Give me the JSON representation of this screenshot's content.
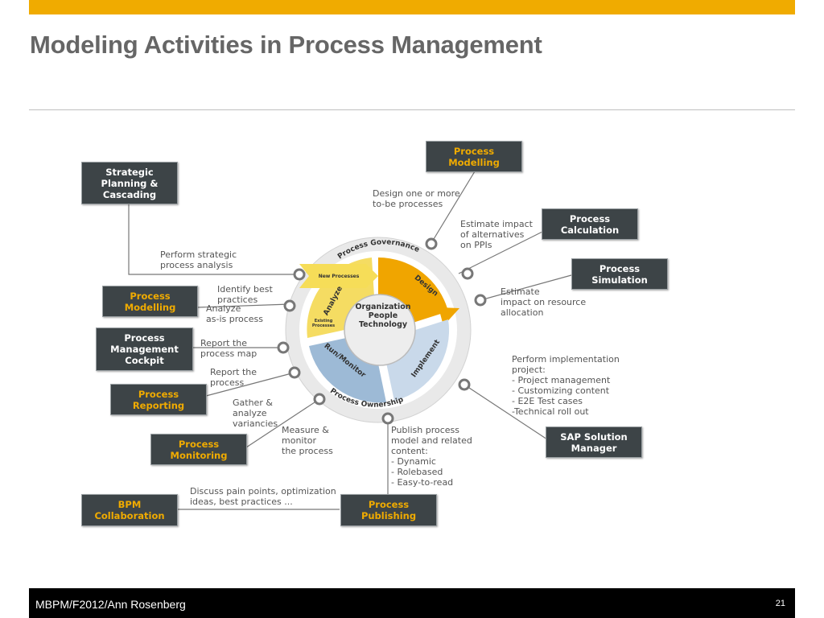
{
  "header": {
    "title": "Modeling Activities in Process Management"
  },
  "footer": {
    "text": "MBPM/F2012/Ann Rosenberg",
    "page_number": "21"
  },
  "colors": {
    "accent_bar": "#f0ab00",
    "box_fill": "#3d4447",
    "box_label_orange": "#f0ab00",
    "box_label_white": "#ffffff",
    "ring_orange": "#f0a500",
    "ring_blue": "#9dbad6",
    "ring_yellow": "#f5dc62"
  },
  "boxes": {
    "strategic_planning": "Strategic\nPlanning &\nCascading",
    "process_modelling_top": "Process\nModelling",
    "process_calculation": "Process\nCalculation",
    "process_simulation": "Process\nSimulation",
    "process_modelling_left": "Process\nModelling",
    "process_management_cockpit": "Process\nManagement\nCockpit",
    "process_reporting": "Process\nReporting",
    "process_monitoring": "Process\nMonitoring",
    "bpm_collaboration": "BPM\nCollaboration",
    "process_publishing": "Process\nPublishing",
    "sap_solution_manager": "SAP Solution\nManager"
  },
  "notes": {
    "design_tobe": "Design one or more\nto-be processes",
    "estimate_alternatives": "Estimate impact\nof alternatives\non PPIs",
    "strategic_analysis": "Perform strategic\nprocess analysis",
    "identify_best": "Identify best\n       practices",
    "analyze_asis": "Analyze\nas-is process",
    "estimate_resource": "         Estimate\nimpact on resource\nallocation",
    "report_map": "Report the\nprocess map",
    "report_process": "Report the\nprocess",
    "gather_analyze": "Gather &\nanalyze\nvariancies",
    "implementation": "Perform implementation\nproject:\n- Project management\n- Customizing content\n- E2E Test cases\n-Technical roll out",
    "measure_monitor": "Measure &\n   monitor\nthe process",
    "publish_model": "Publish process\nmodel and related\ncontent:\n- Dynamic\n- Rolebased\n- Easy-to-read",
    "discuss": "Discuss pain points, optimization\nideas, best practices ..."
  },
  "cycle": {
    "center": "Organization\nPeople\nTechnology",
    "segments": [
      "Analyze",
      "Design",
      "Implement",
      "Run/Monitor"
    ],
    "outer_top": "Process Governance",
    "outer_bottom": "Process Ownership",
    "new_processes": "New Processes",
    "existing_processes": "Existing\nProcesses"
  }
}
